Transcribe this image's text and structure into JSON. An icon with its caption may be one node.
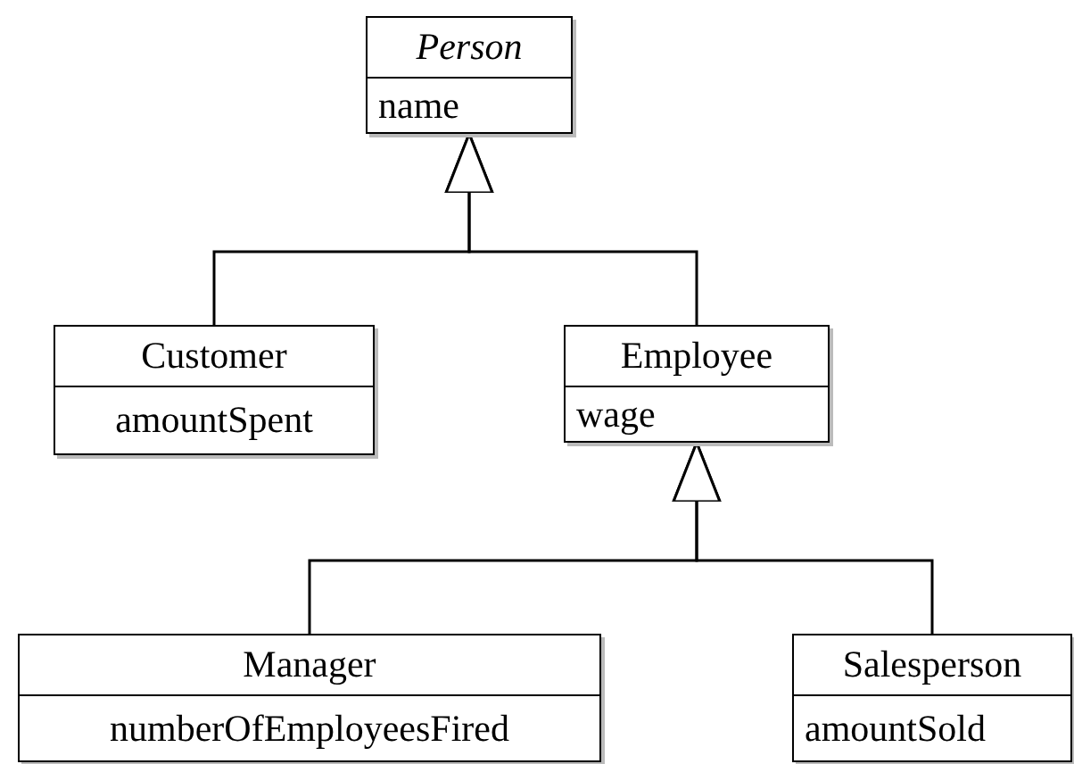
{
  "diagram": {
    "nodes": [
      {
        "text": [
          "Person",
          "name"
        ]
      },
      {
        "text": [
          "Customer",
          "amountSpent"
        ]
      },
      {
        "text": [
          "Employee",
          "wage"
        ]
      },
      {
        "text": [
          "Manager",
          "numberOfEmployeesFired"
        ]
      },
      {
        "text": [
          "Salesperson",
          "amountSold"
        ]
      }
    ],
    "edges": [
      {
        "from": 1,
        "to": 0,
        "arrow": "to"
      },
      {
        "from": 2,
        "to": 0,
        "arrow": "to"
      },
      {
        "from": 3,
        "to": 2,
        "arrow": "to"
      },
      {
        "from": 4,
        "to": 2,
        "arrow": "to"
      }
    ]
  }
}
